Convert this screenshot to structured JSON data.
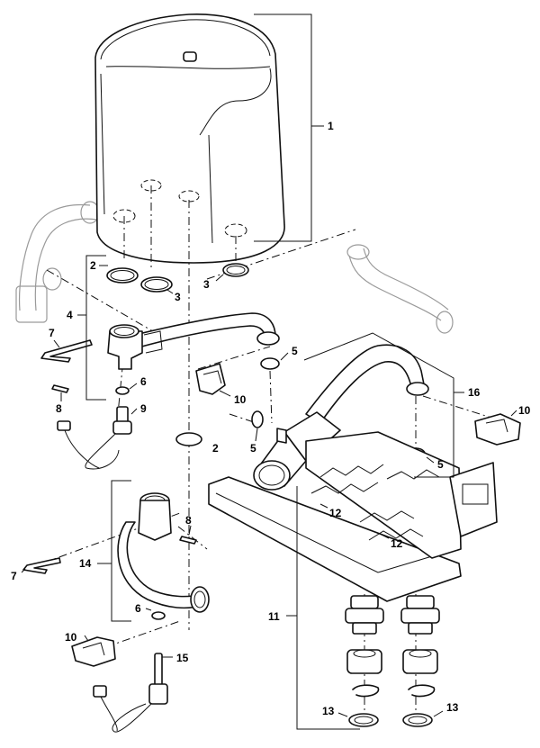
{
  "callouts": [
    {
      "id": "c1",
      "text": "1"
    },
    {
      "id": "c2a",
      "text": "2"
    },
    {
      "id": "c2b",
      "text": "2"
    },
    {
      "id": "c3a",
      "text": "3"
    },
    {
      "id": "c3b",
      "text": "3"
    },
    {
      "id": "c4",
      "text": "4"
    },
    {
      "id": "c5a",
      "text": "5"
    },
    {
      "id": "c5b",
      "text": "5"
    },
    {
      "id": "c5c",
      "text": "5"
    },
    {
      "id": "c6a",
      "text": "6"
    },
    {
      "id": "c6b",
      "text": "6"
    },
    {
      "id": "c7a",
      "text": "7"
    },
    {
      "id": "c7b",
      "text": "7"
    },
    {
      "id": "c8a",
      "text": "8"
    },
    {
      "id": "c8b",
      "text": "8"
    },
    {
      "id": "c9",
      "text": "9"
    },
    {
      "id": "c10a",
      "text": "10"
    },
    {
      "id": "c10b",
      "text": "10"
    },
    {
      "id": "c10c",
      "text": "10"
    },
    {
      "id": "c11",
      "text": "11"
    },
    {
      "id": "c12a",
      "text": "12"
    },
    {
      "id": "c12b",
      "text": "12"
    },
    {
      "id": "c13a",
      "text": "13"
    },
    {
      "id": "c13b",
      "text": "13"
    },
    {
      "id": "c14",
      "text": "14"
    },
    {
      "id": "c15",
      "text": "15"
    },
    {
      "id": "c16",
      "text": "16"
    }
  ]
}
